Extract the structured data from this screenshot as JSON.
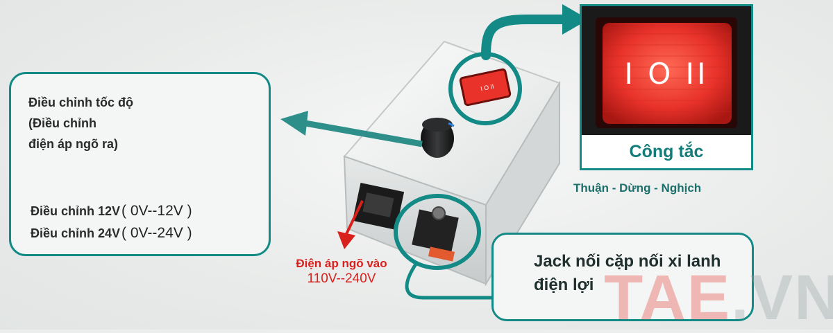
{
  "speed_control": {
    "title_lines": [
      "Điều chỉnh tốc độ",
      "(Điều chỉnh",
      "điện áp ngõ ra)"
    ],
    "range_12v_label": "Điều chỉnh 12V",
    "range_12v_value": "( 0V--12V )",
    "range_24v_label": "Điều chỉnh 24V",
    "range_24v_value": "( 0V--24V )"
  },
  "switch": {
    "caption": "Công tắc",
    "symbols": "I O II",
    "directions": "Thuận - Dừng - Nghịch"
  },
  "jack": {
    "text": "Jack nối cặp nối xi lanh điện lợi"
  },
  "input": {
    "label": "Điện áp ngõ vào",
    "range": "110V--240V"
  },
  "watermark": {
    "part1": "TAE",
    "part2": ".VN"
  },
  "colors": {
    "accent": "#138a86",
    "switch_red": "#e8322a",
    "input_red": "#d8201c"
  }
}
